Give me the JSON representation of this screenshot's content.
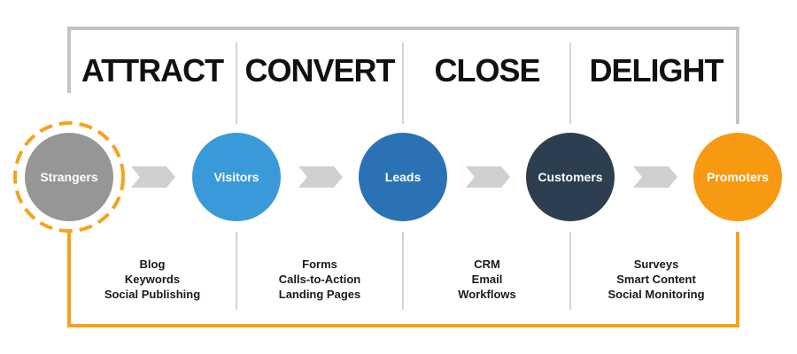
{
  "colors": {
    "frame_gray": "#c4c4c4",
    "loop_orange": "#f7a21b",
    "arrow_gray": "#d0d0d0",
    "strangers": "#969696",
    "visitors": "#3a9ad9",
    "leads": "#2a72b4",
    "customers": "#2c3e50",
    "promoters": "#f79a12"
  },
  "stages": [
    {
      "title": "ATTRACT",
      "tactics": [
        "Blog",
        "Keywords",
        "Social Publishing"
      ]
    },
    {
      "title": "CONVERT",
      "tactics": [
        "Forms",
        "Calls-to-Action",
        "Landing Pages"
      ]
    },
    {
      "title": "CLOSE",
      "tactics": [
        "CRM",
        "Email",
        "Workflows"
      ]
    },
    {
      "title": "DELIGHT",
      "tactics": [
        "Surveys",
        "Smart Content",
        "Social Monitoring"
      ]
    }
  ],
  "nodes": [
    {
      "label": "Strangers",
      "color": "#969696",
      "highlighted": true
    },
    {
      "label": "Visitors",
      "color": "#3a9ad9",
      "highlighted": false
    },
    {
      "label": "Leads",
      "color": "#2a72b4",
      "highlighted": false
    },
    {
      "label": "Customers",
      "color": "#2c3e50",
      "highlighted": false
    },
    {
      "label": "Promoters",
      "color": "#f79a12",
      "highlighted": false
    }
  ]
}
